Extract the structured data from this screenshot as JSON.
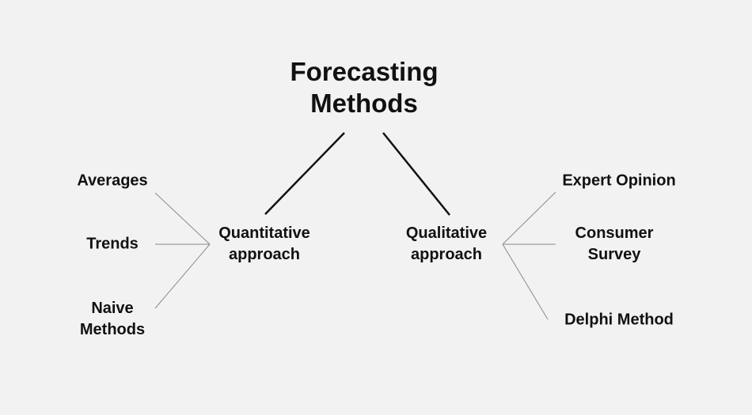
{
  "title": {
    "line1": "Forecasting",
    "line2": "Methods"
  },
  "branches": [
    {
      "line1": "Quantitative",
      "line2": "approach",
      "leaves": [
        {
          "line1": "Averages",
          "line2": ""
        },
        {
          "line1": "Trends",
          "line2": ""
        },
        {
          "line1": "Naive",
          "line2": "Methods"
        }
      ]
    },
    {
      "line1": "Qualitative",
      "line2": "approach",
      "leaves": [
        {
          "line1": "Expert Opinion",
          "line2": ""
        },
        {
          "line1": "Consumer",
          "line2": "Survey"
        },
        {
          "line1": "Delphi Method",
          "line2": ""
        }
      ]
    }
  ],
  "colors": {
    "background": "#f2f2f2",
    "text": "#111111",
    "main_connector": "#111111",
    "leaf_connector": "#8a8a8a"
  }
}
